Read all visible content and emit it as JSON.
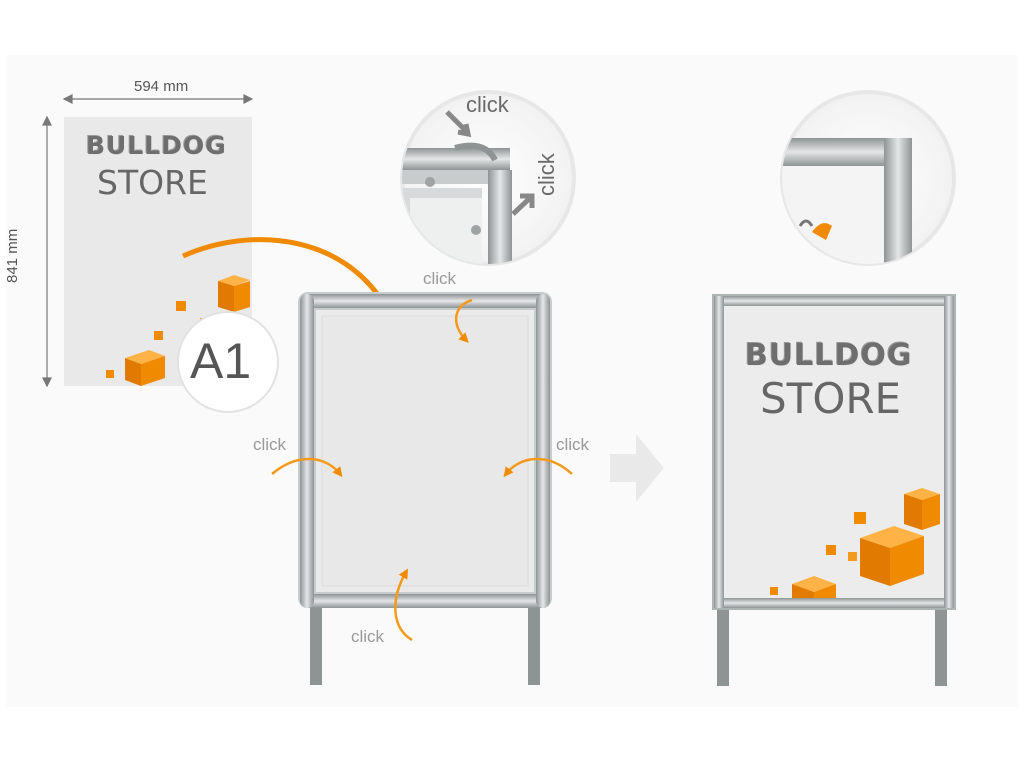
{
  "dimensions": {
    "width": "594 mm",
    "height": "841 mm"
  },
  "poster": {
    "brand_line1": "BULLDOG",
    "brand_line2": "STORE"
  },
  "format_badge": "A1",
  "click_label": "click",
  "colors": {
    "accent": "#f08a00",
    "frame": "#b9bdbe",
    "arrow_grey": "#e6e6e6"
  }
}
